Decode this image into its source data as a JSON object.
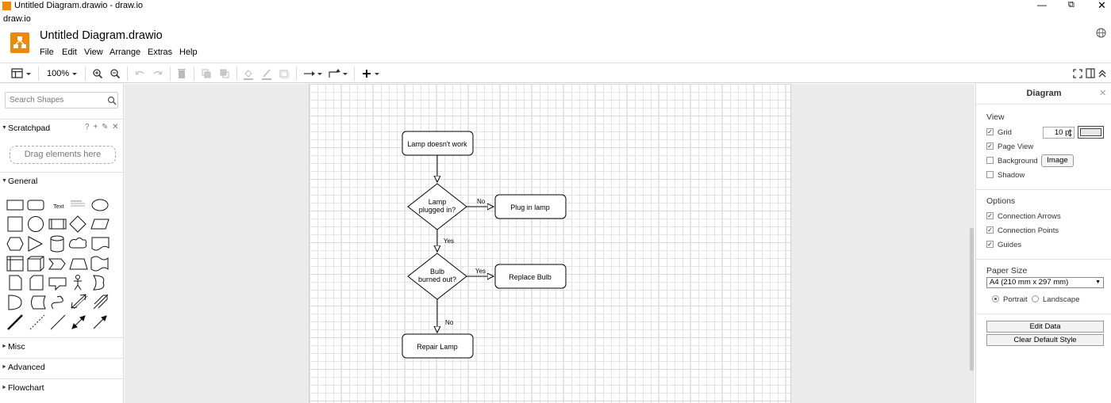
{
  "window": {
    "title": "Untitled Diagram.drawio - draw.io",
    "app_label": "draw.io",
    "controls": {
      "minimize": "—",
      "restore": "⧉",
      "close": "✕"
    }
  },
  "header": {
    "doc_title": "Untitled Diagram.drawio",
    "menu": [
      "File",
      "Edit",
      "View",
      "Arrange",
      "Extras",
      "Help"
    ]
  },
  "toolbar": {
    "zoom": "100%",
    "icons": [
      "format-panel-icon",
      "zoom-in-icon",
      "zoom-out-icon",
      "undo-icon",
      "redo-icon",
      "delete-icon",
      "to-front-icon",
      "to-back-icon",
      "fill-color-icon",
      "line-color-icon",
      "shadow-icon",
      "connection-icon",
      "waypoints-icon",
      "insert-icon",
      "fullscreen-icon",
      "format-icon",
      "collapse-icon"
    ]
  },
  "sidebar": {
    "search_placeholder": "Search Shapes",
    "scratchpad": {
      "title": "Scratchpad",
      "tools": "? + ✎ ✕",
      "drop_text": "Drag elements here"
    },
    "sections": [
      "General",
      "Misc",
      "Advanced",
      "Flowchart"
    ],
    "text_shape_label": "Text"
  },
  "diagram": {
    "nodes": {
      "start": "Lamp doesn't work",
      "plugged_line1": "Lamp",
      "plugged_line2": "plugged in?",
      "plug_in": "Plug in lamp",
      "bulb_line1": "Bulb",
      "bulb_line2": "burned out?",
      "replace": "Replace Bulb",
      "repair": "Repair Lamp"
    },
    "edge_labels": {
      "no1": "No",
      "yes1": "Yes",
      "yes2": "Yes",
      "no2": "No"
    }
  },
  "format_panel": {
    "title": "Diagram",
    "view": {
      "heading": "View",
      "grid": {
        "label": "Grid",
        "checked": true,
        "size": "10 pt"
      },
      "page_view": {
        "label": "Page View",
        "checked": true
      },
      "background": {
        "label": "Background",
        "checked": false,
        "button": "Image"
      },
      "shadow": {
        "label": "Shadow",
        "checked": false
      }
    },
    "options": {
      "heading": "Options",
      "items": [
        {
          "label": "Connection Arrows",
          "checked": true
        },
        {
          "label": "Connection Points",
          "checked": true
        },
        {
          "label": "Guides",
          "checked": true
        }
      ]
    },
    "paper": {
      "heading": "Paper Size",
      "selected": "A4 (210 mm x 297 mm)",
      "orientation": {
        "portrait": "Portrait",
        "landscape": "Landscape",
        "selected": "Portrait"
      }
    },
    "buttons": {
      "edit_data": "Edit Data",
      "clear_style": "Clear Default Style"
    }
  }
}
